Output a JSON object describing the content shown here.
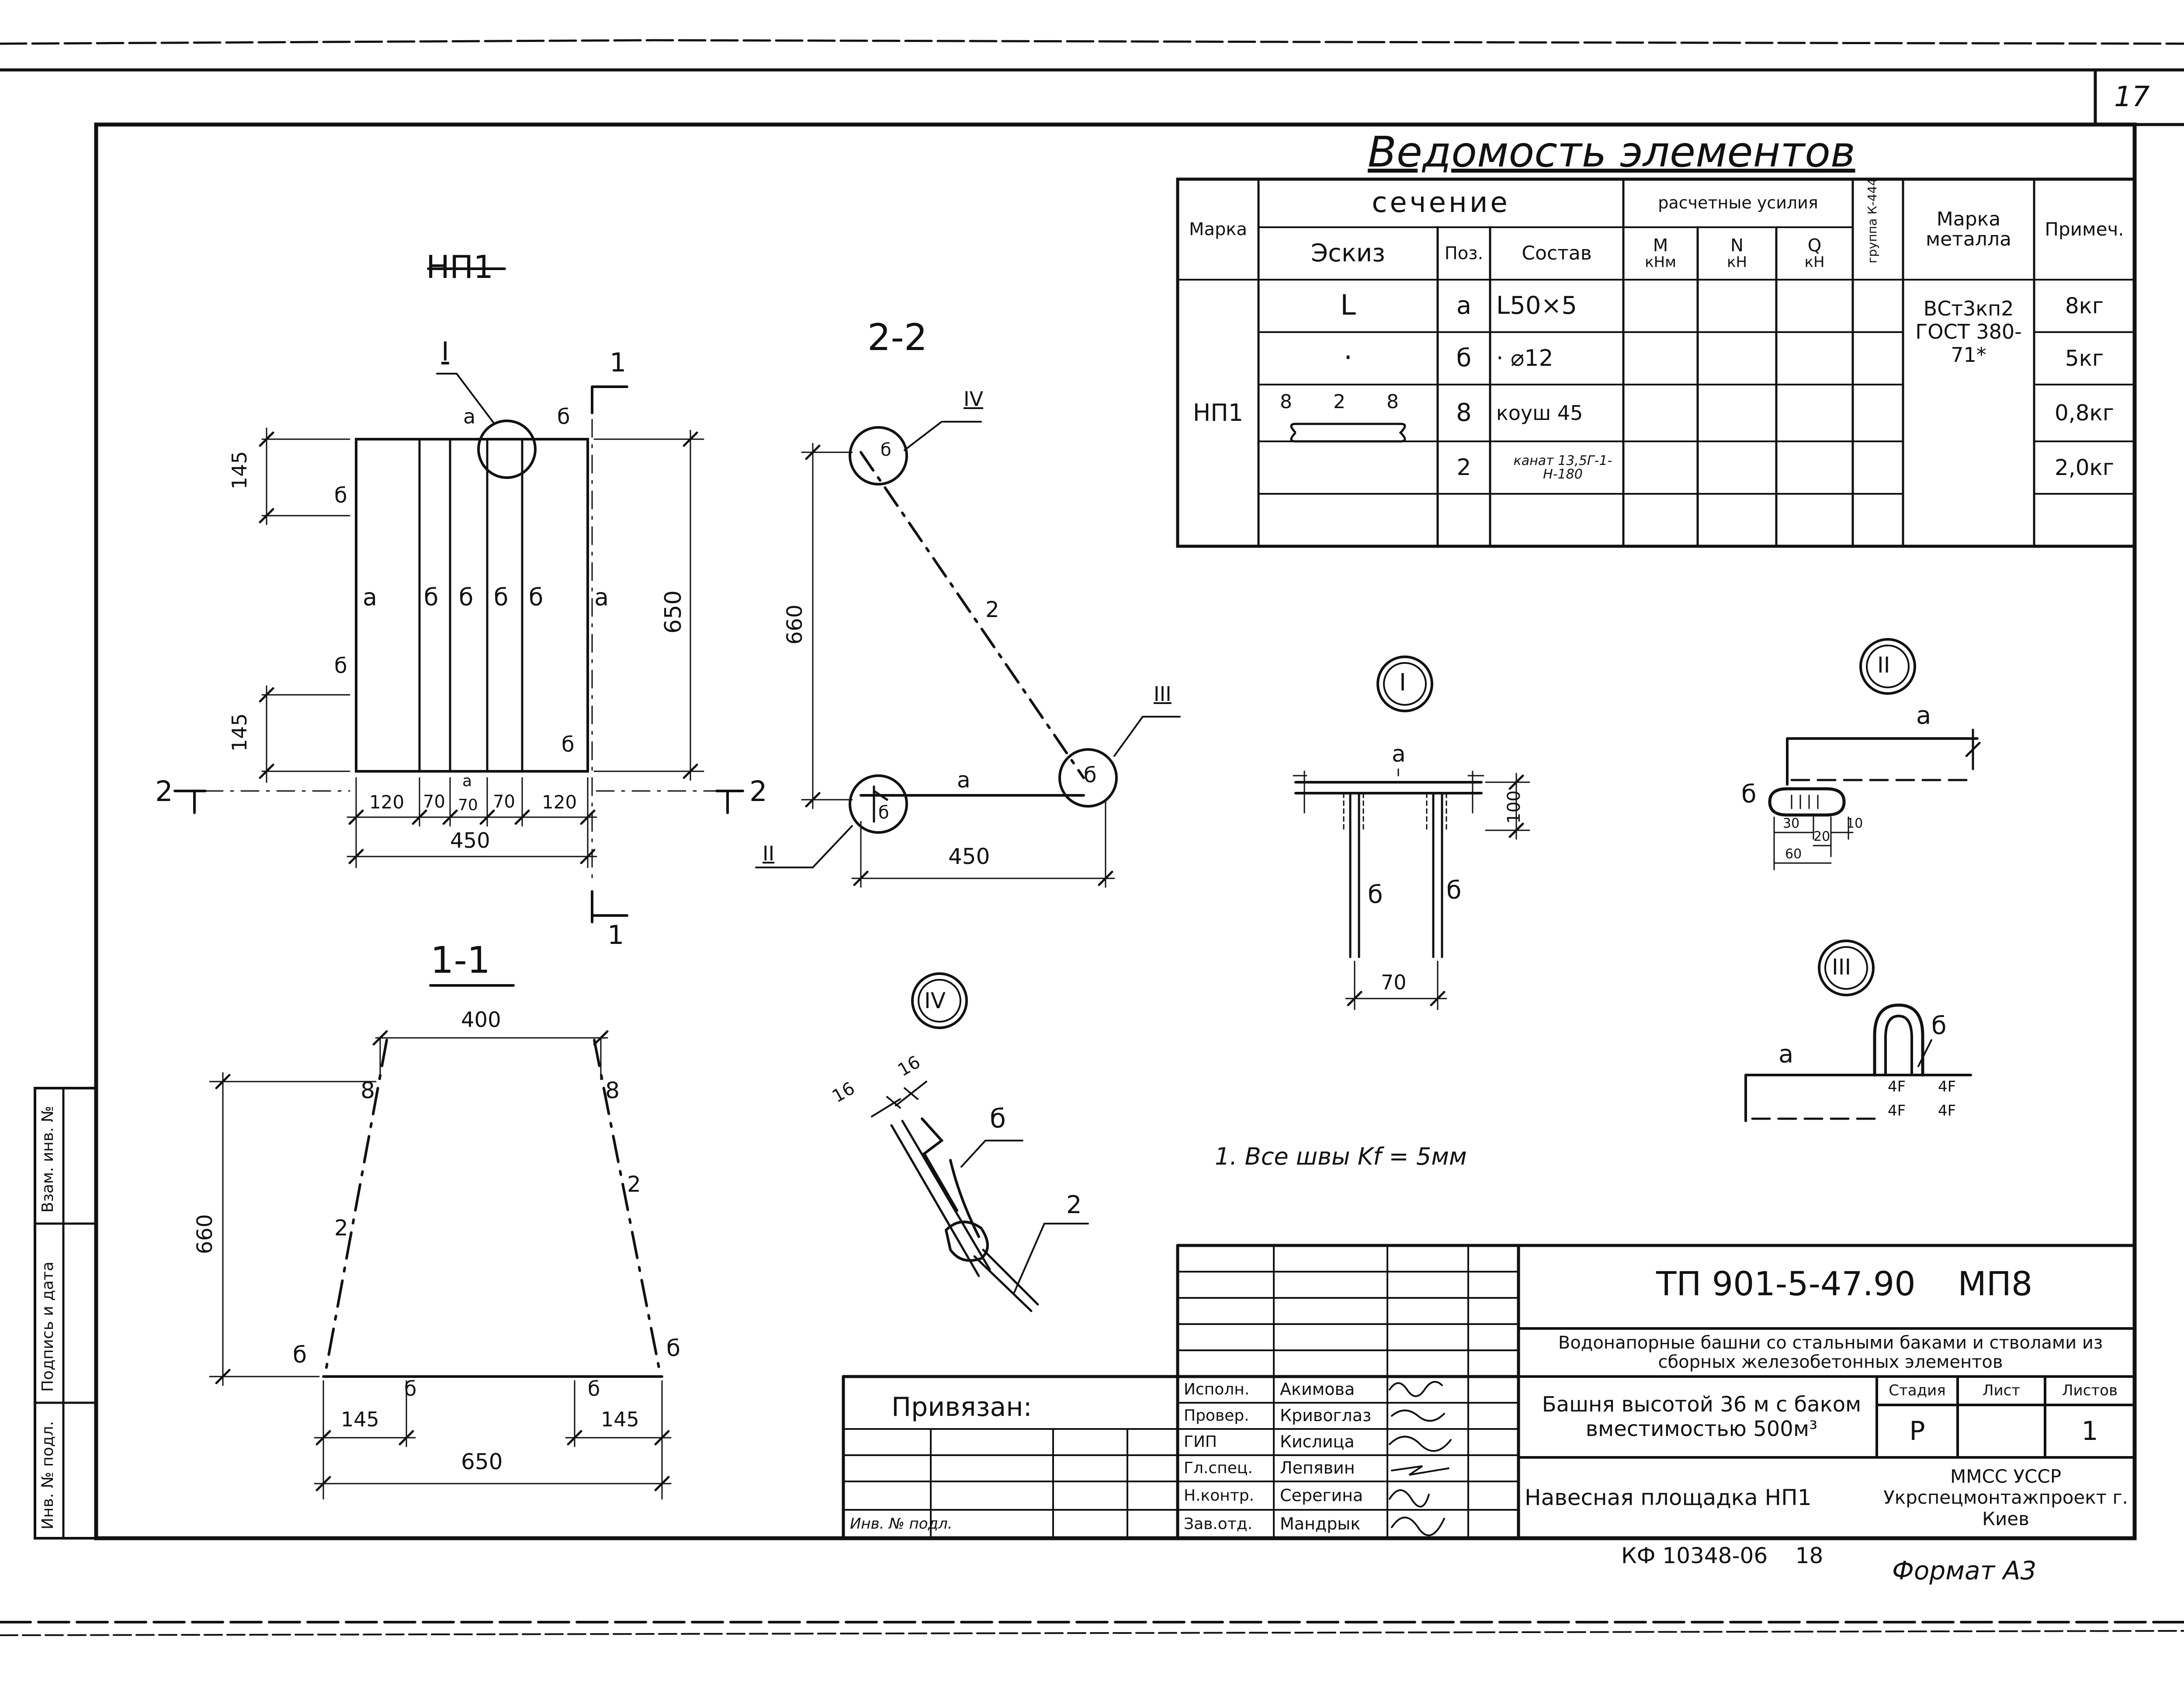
{
  "page_number": "17",
  "spec": {
    "title": "Ведомость элементов",
    "headers": {
      "mark": "Марка",
      "section": "сечение",
      "sketch": "Эскиз",
      "pos": "Поз.",
      "composition": "Состав",
      "forces": "расчетные усилия",
      "m": "M",
      "m_unit": "кНм",
      "n": "N",
      "n_unit": "кН",
      "q": "Q",
      "q_unit": "кН",
      "group": "группа К-444",
      "metal": "Марка металла",
      "note": "Примеч."
    },
    "element_mark": "НП1",
    "metal_value": "ВСт3кп2 ГОСТ 380-71*",
    "rows": [
      {
        "sketch": "L",
        "pos": "а",
        "composition": "L50×5",
        "note": "8кг"
      },
      {
        "sketch": "·",
        "pos": "б",
        "composition": "· ⌀12",
        "note": "5кг"
      },
      {
        "sketch": "8 2 8",
        "pos": "8",
        "composition": "коуш 45",
        "note": "0,8кг"
      },
      {
        "sketch": "",
        "pos": "2",
        "composition": "канат 13,5Г-1-Н-180",
        "note": "2,0кг"
      }
    ]
  },
  "drawings": {
    "plan": {
      "title": "НП1",
      "node_marker": "I",
      "cut_marker": "1",
      "section_marker": "2",
      "labels": [
        "а",
        "б",
        "б",
        "б",
        "б",
        "а"
      ],
      "corner_label": "б",
      "dims": {
        "top_left": "145",
        "bottom_left": "145",
        "height": "650",
        "bottom_segments": [
          "120",
          "70",
          "70",
          "70",
          "120"
        ],
        "mid_letter": "а",
        "total": "450"
      }
    },
    "section_2_2": {
      "title": "2-2",
      "markers": [
        "IV",
        "II",
        "III"
      ],
      "height": "660",
      "width": "450",
      "edge_a": "а",
      "edge_2": "2",
      "node_b": "б"
    },
    "section_1_1": {
      "title": "1-1",
      "top": "400",
      "height": "660",
      "bottom": "650",
      "left_offset": "145",
      "right_offset": "145",
      "letter_8": "8",
      "letter_2": "2",
      "letter_b": "б"
    },
    "node_1": {
      "marker": "I",
      "label_a": "а",
      "label_b": "б",
      "height": "100",
      "width": "70"
    },
    "node_2": {
      "marker": "II",
      "label_a": "а",
      "label_b": "б",
      "dims": [
        "30",
        "10",
        "20",
        "60"
      ]
    },
    "node_3": {
      "marker": "III",
      "label_a": "а",
      "label_b": "б",
      "weld": "4F"
    },
    "node_4": {
      "marker": "IV",
      "dims": [
        "16",
        "16"
      ],
      "label_b": "б",
      "label_2": "2"
    }
  },
  "note": "1. Все швы  Kf = 5мм",
  "title_block": {
    "doc_code": "ТП 901-5-47.90    МП8",
    "project": "Водонапорные башни со стальными баками и стволами из сборных железобетонных элементов",
    "object": "Башня высотой 36 м с баком вместимостью 500м³",
    "sheet_title": "Навесная площадка НП1",
    "stage_label": "Стадия",
    "sheet_label": "Лист",
    "sheets_label": "Листов",
    "stage": "Р",
    "sheet": "",
    "sheets": "1",
    "org": "ММСС УССР Укрспецмонтажпроект г. Киев",
    "roles": [
      "Исполн.",
      "Провер.",
      "ГИП",
      "Гл.спец.",
      "Н.контр.",
      "Зав.отд."
    ],
    "names": [
      "Акимова",
      "Кривоглаз",
      "Кислица",
      "Лепявин",
      "Серегина",
      "Мандрык"
    ],
    "bound_label": "Привязан:",
    "inv_label": "Инв. № подл.",
    "side_labels": [
      "Взам. инв. №",
      "Подпись и дата",
      "Инв. № подл."
    ]
  },
  "footer": {
    "code": "КФ 10348-06    18",
    "format": "Формат А3"
  }
}
